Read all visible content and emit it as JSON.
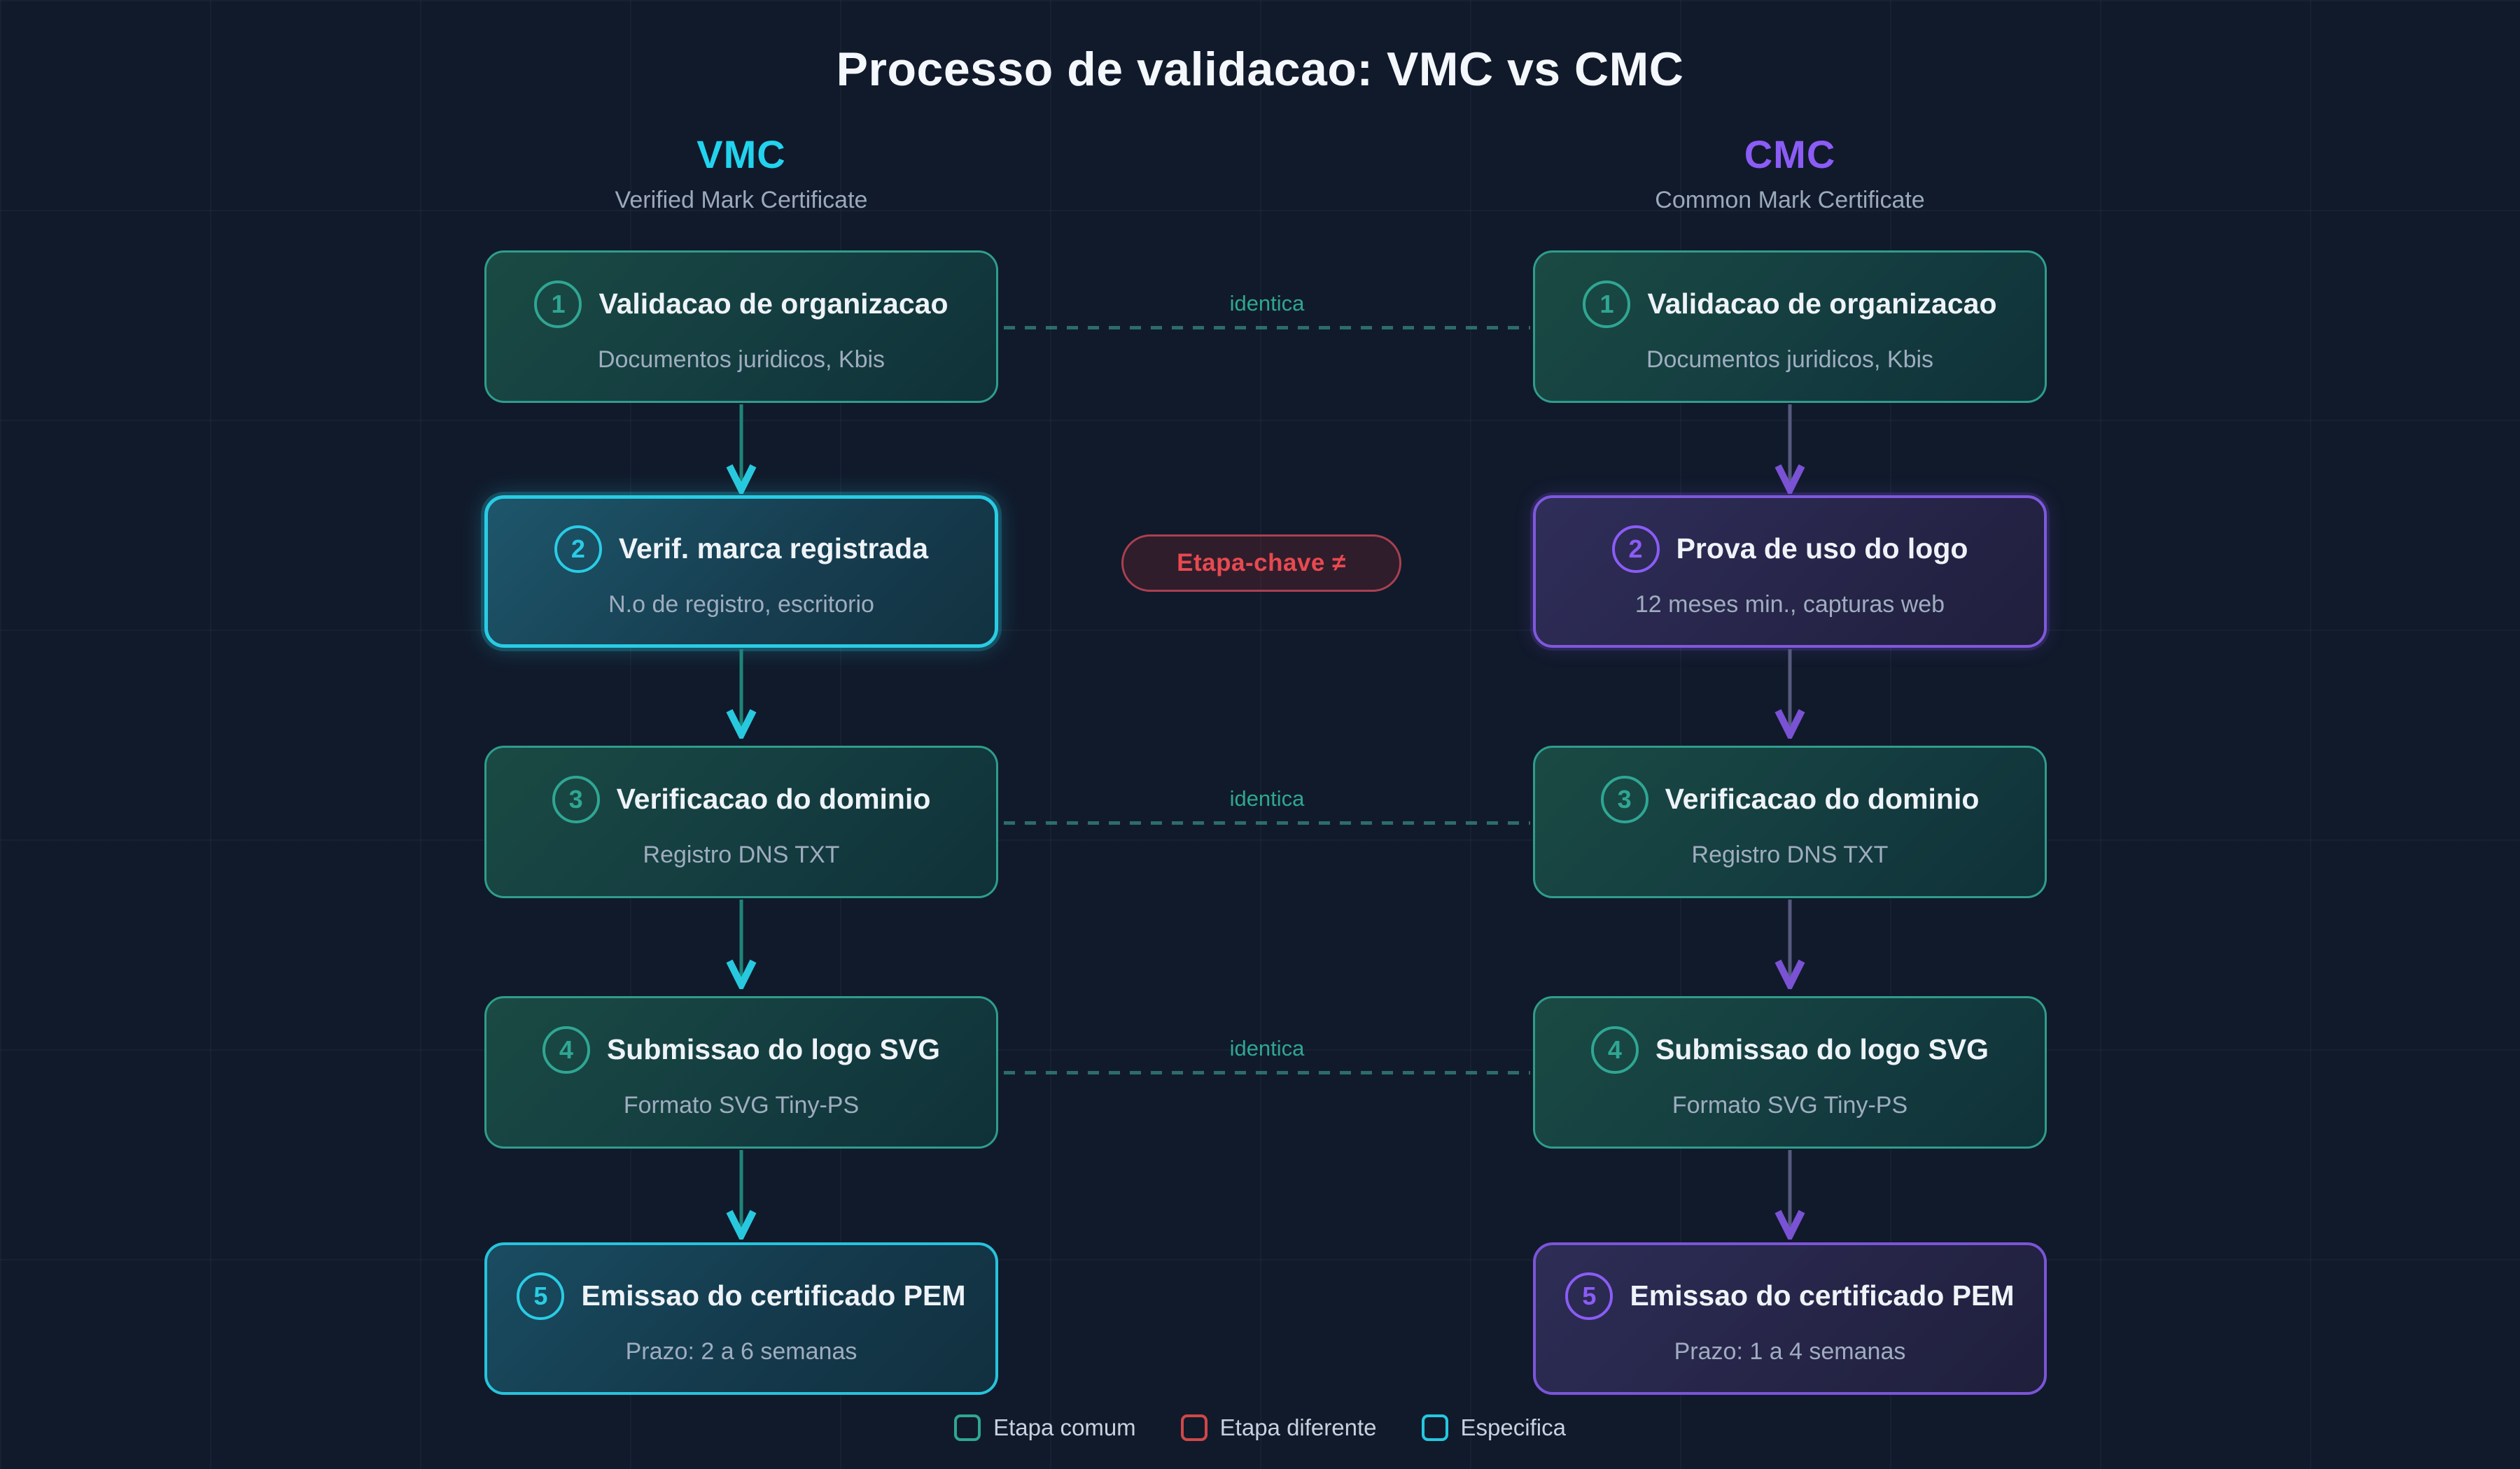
{
  "title": "Processo de validacao: VMC vs CMC",
  "columns": {
    "vmc": {
      "label": "VMC",
      "subtitle": "Verified Mark Certificate",
      "accent": "#22d3ee"
    },
    "cmc": {
      "label": "CMC",
      "subtitle": "Common Mark Certificate",
      "accent": "#8b5cf6"
    }
  },
  "vmc_steps": [
    {
      "num": "1",
      "title": "Validacao de organizacao",
      "subtitle": "Documentos juridicos, Kbis",
      "style": "common"
    },
    {
      "num": "2",
      "title": "Verif. marca registrada",
      "subtitle": "N.o de registro, escritorio",
      "style": "specific-highlight"
    },
    {
      "num": "3",
      "title": "Verificacao do dominio",
      "subtitle": "Registro DNS TXT",
      "style": "common"
    },
    {
      "num": "4",
      "title": "Submissao do logo SVG",
      "subtitle": "Formato SVG Tiny-PS",
      "style": "common"
    },
    {
      "num": "5",
      "title": "Emissao do certificado PEM",
      "subtitle": "Prazo: 2 a 6 semanas",
      "style": "specific"
    }
  ],
  "cmc_steps": [
    {
      "num": "1",
      "title": "Validacao de organizacao",
      "subtitle": "Documentos juridicos, Kbis",
      "style": "common"
    },
    {
      "num": "2",
      "title": "Prova de uso do logo",
      "subtitle": "12 meses min., capturas web",
      "style": "different"
    },
    {
      "num": "3",
      "title": "Verificacao do dominio",
      "subtitle": "Registro DNS TXT",
      "style": "common"
    },
    {
      "num": "4",
      "title": "Submissao do logo SVG",
      "subtitle": "Formato SVG Tiny-PS",
      "style": "common"
    },
    {
      "num": "5",
      "title": "Emissao do certificado PEM",
      "subtitle": "Prazo: 1 a 4 semanas",
      "style": "different"
    }
  ],
  "connectors": {
    "row1_label": "identica",
    "row2_badge": "Etapa-chave ≠",
    "row3_label": "identica",
    "row4_label": "identica"
  },
  "legend": {
    "common": {
      "label": "Etapa comum",
      "color": "#2fa693"
    },
    "different": {
      "label": "Etapa diferente",
      "color": "#cf4848"
    },
    "specific": {
      "label": "Especifica",
      "color": "#24c8e0"
    }
  },
  "colors": {
    "background": "#111a2b",
    "teal_border": "#2f9d8c",
    "cyan": "#22d3ee",
    "purple": "#8b5cf6",
    "red": "#e8494f",
    "text_primary": "#f4f7fb",
    "text_secondary": "#9fadbf"
  }
}
